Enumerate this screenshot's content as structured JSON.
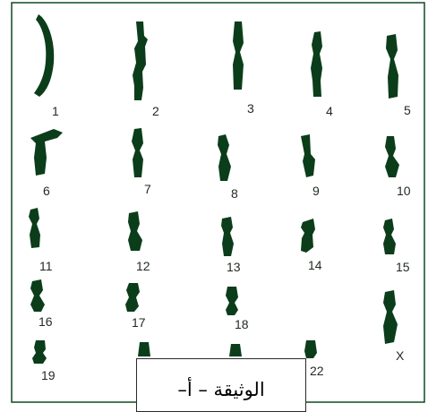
{
  "karyotype": {
    "labels": [
      "1",
      "2",
      "3",
      "4",
      "5",
      "6",
      "7",
      "8",
      "9",
      "10",
      "11",
      "12",
      "13",
      "14",
      "15",
      "16",
      "17",
      "18",
      "19",
      "22",
      "X"
    ]
  },
  "caption": {
    "text": "الوثيقة – أ–"
  },
  "colors": {
    "chromosome": "#0b3d1a",
    "frame_border": "#0e4a22",
    "background": "#ffffff"
  }
}
